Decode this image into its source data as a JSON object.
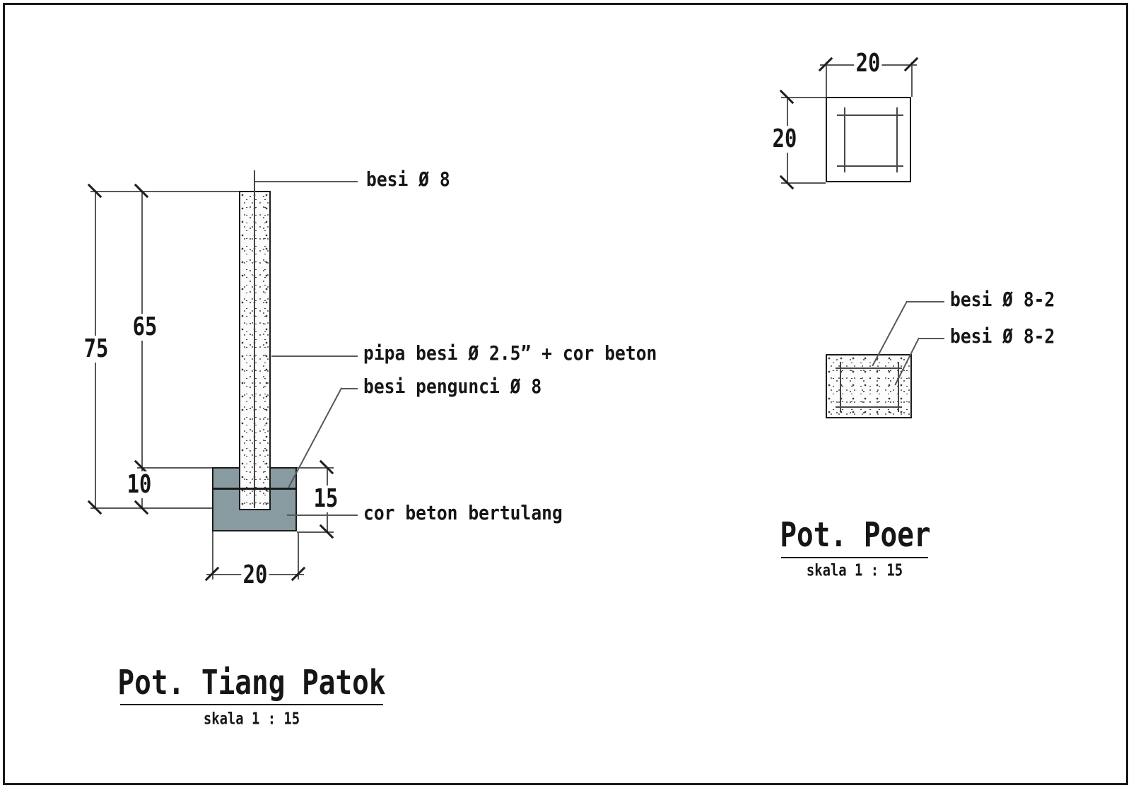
{
  "left_drawing": {
    "title": "Pot. Tiang Patok",
    "scale_label": "skala 1 : 15",
    "dims": {
      "overall_height": "75",
      "pole_height": "65",
      "embed_depth": "10",
      "footing_height": "15",
      "footing_width": "20"
    },
    "labels": {
      "rebar": "besi Ø 8",
      "pipe": "pipa besi Ø 2.5” + cor beton",
      "lock_rebar": "besi pengunci Ø 8",
      "footing": "cor beton bertulang"
    }
  },
  "right_drawing": {
    "plan": {
      "dims": {
        "width": "20",
        "height": "20"
      }
    },
    "section": {
      "labels": {
        "rebar_top": "besi Ø 8-2",
        "rebar_side": "besi Ø 8-2"
      }
    },
    "title": "Pot. Poer",
    "scale_label": "skala 1 : 15"
  },
  "colors": {
    "footing_fill": "#879ba0",
    "outline": "#1b1b1b",
    "dim_line": "#585858"
  }
}
